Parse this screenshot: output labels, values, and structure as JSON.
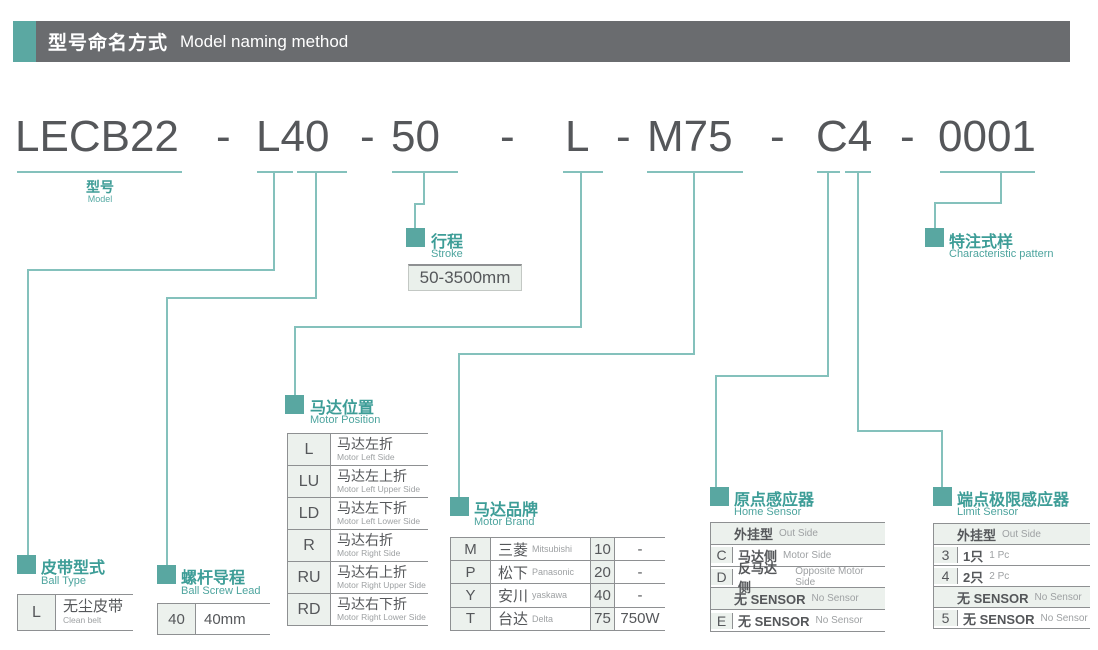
{
  "header": {
    "title_cn": "型号命名方式",
    "title_en": "Model naming method"
  },
  "model": {
    "segments": [
      "LECB22",
      "L40",
      "50",
      "L",
      "M75",
      "C4",
      "0001"
    ],
    "separator": "-",
    "label_cn": "型号",
    "label_en": "Model"
  },
  "colors": {
    "teal_square": "#59a7a1",
    "teal_line": "#84c1bc",
    "teal_text": "#3d9d97",
    "header_bar": "#6a6c6f",
    "dark_text": "#55575a",
    "gray_text": "#9ea1a3",
    "light_cell_bg": "#ecf1ed",
    "border_gray": "#8e9092"
  },
  "sections": {
    "stroke": {
      "title_cn": "行程",
      "title_en": "Stroke",
      "value": "50-3500mm"
    },
    "characteristic": {
      "title_cn": "特注式样",
      "title_en": "Characteristic pattern"
    },
    "motor_position": {
      "title_cn": "马达位置",
      "title_en": "Motor Position",
      "rows": [
        {
          "code": "L",
          "cn": "马达左折",
          "en": "Motor Left Side"
        },
        {
          "code": "LU",
          "cn": "马达左上折",
          "en": "Motor Left Upper Side"
        },
        {
          "code": "LD",
          "cn": "马达左下折",
          "en": "Motor Left Lower Side"
        },
        {
          "code": "R",
          "cn": "马达右折",
          "en": "Motor Right Side"
        },
        {
          "code": "RU",
          "cn": "马达右上折",
          "en": "Motor Right Upper Side"
        },
        {
          "code": "RD",
          "cn": "马达右下折",
          "en": "Motor Right Lower Side"
        }
      ]
    },
    "motor_brand": {
      "title_cn": "马达品牌",
      "title_en": "Motor Brand",
      "rows": [
        {
          "code": "M",
          "brand_cn": "三菱",
          "brand_en": "Mitsubishi",
          "power_code": "10",
          "power": "-"
        },
        {
          "code": "P",
          "brand_cn": "松下",
          "brand_en": "Panasonic",
          "power_code": "20",
          "power": "-"
        },
        {
          "code": "Y",
          "brand_cn": "安川",
          "brand_en": "yaskawa",
          "power_code": "40",
          "power": "-"
        },
        {
          "code": "T",
          "brand_cn": "台达",
          "brand_en": "Delta",
          "power_code": "75",
          "power": "750W"
        }
      ]
    },
    "home_sensor": {
      "title_cn": "原点感应器",
      "title_en": "Home Sensor",
      "rows": [
        {
          "type": "section",
          "cn": "外挂型",
          "en": "Out Side"
        },
        {
          "type": "code",
          "code": "C",
          "cn": "马达侧",
          "en": "Motor Side"
        },
        {
          "type": "code",
          "code": "D",
          "cn": "反马达侧",
          "en": "Opposite Motor Side"
        },
        {
          "type": "section",
          "cn": "无 SENSOR",
          "en": "No Sensor"
        },
        {
          "type": "code",
          "code": "E",
          "cn": "无 SENSOR",
          "en": "No Sensor"
        }
      ]
    },
    "limit_sensor": {
      "title_cn": "端点极限感应器",
      "title_en": "Limit Sensor",
      "rows": [
        {
          "type": "section",
          "cn": "外挂型",
          "en": "Out Side"
        },
        {
          "type": "code",
          "code": "3",
          "cn": "1只",
          "en": "1 Pc"
        },
        {
          "type": "code",
          "code": "4",
          "cn": "2只",
          "en": "2 Pc"
        },
        {
          "type": "section",
          "cn": "无 SENSOR",
          "en": "No Sensor"
        },
        {
          "type": "code",
          "code": "5",
          "cn": "无 SENSOR",
          "en": "No Sensor"
        }
      ]
    },
    "ball_type": {
      "title_cn": "皮带型式",
      "title_en": "Ball Type",
      "rows": [
        {
          "code": "L",
          "cn": "无尘皮带",
          "en": "Clean belt"
        }
      ]
    },
    "ball_screw_lead": {
      "title_cn": "螺杆导程",
      "title_en": "Ball Screw Lead",
      "rows": [
        {
          "code": "40",
          "cn": "40mm",
          "en": ""
        }
      ]
    }
  }
}
